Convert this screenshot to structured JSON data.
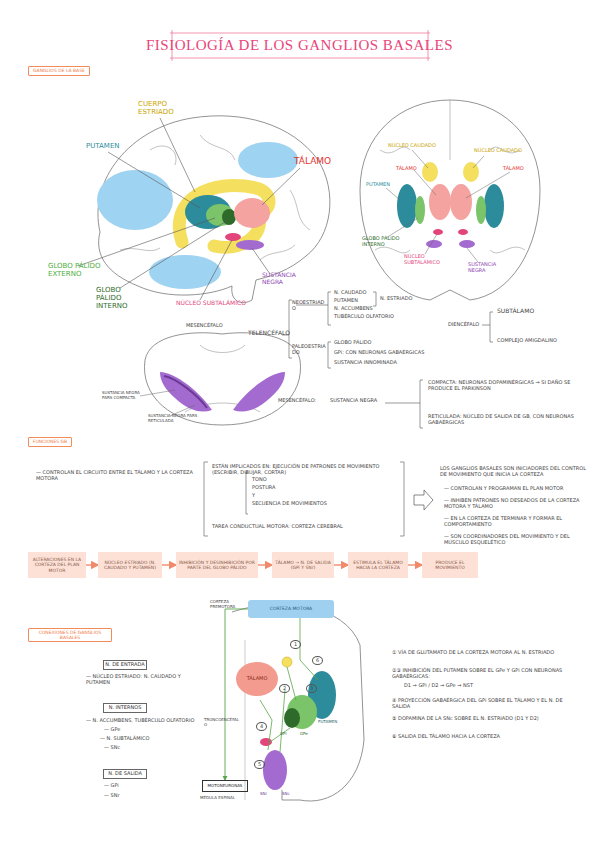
{
  "diagram": {
    "title": "FISIOLOGÍA DE LOS GANGLIOS BASALES",
    "nodes": [
      {
        "text": [
          "GANGLIOS DE LA BASE"
        ]
      },
      {
        "text": [
          "FUNCIONES GB"
        ]
      },
      {
        "text": [
          "ALTERACIONES EN LA CORTEZA DEL PLAN MOTOR"
        ]
      },
      {
        "text": [
          "NÚCLEO ESTRIADO (N. CAUDADO Y PUTAMEN)"
        ]
      },
      {
        "text": [
          "INHIBICIÓN Y DESINHIBICIÓN POR PARTE DEL GLOBO PÁLIDO"
        ]
      },
      {
        "text": [
          "TÁLAMO → N. DE SALIDA (GPi Y SNr)"
        ]
      },
      {
        "text": [
          "ESTIMULA EL TÁLAMO HACIA LA CORTEZA"
        ]
      },
      {
        "text": [
          "PRODUCE EL MOVIMIENTO"
        ]
      },
      {
        "text": [
          "CONEXIONES DE GANGLIOS BASALES"
        ]
      },
      {
        "text": [
          "N. DE ENTRADA"
        ]
      },
      {
        "text": [
          "N. INTERNOS"
        ]
      },
      {
        "text": [
          "N. DE SALIDA"
        ]
      },
      {
        "text": [
          "CORTEZA MOTORA"
        ]
      },
      {
        "text": [
          "TÁLAMO"
        ]
      },
      {
        "text": [
          "MOTONEURONAS"
        ]
      }
    ],
    "edges": [
      {
        "from": 2,
        "to": 3,
        "arrow": "to"
      },
      {
        "from": 3,
        "to": 4,
        "arrow": "to"
      },
      {
        "from": 4,
        "to": 5,
        "arrow": "to"
      },
      {
        "from": 5,
        "to": 6,
        "arrow": "to"
      },
      {
        "from": 6,
        "to": 7,
        "arrow": "to"
      },
      {
        "from": 12,
        "to": 14,
        "arrow": "to"
      }
    ],
    "labels": [
      "CUERPO ESTRIADO",
      "PUTAMEN",
      "TÁLAMO",
      "GLOBO PÁLIDO EXTERNO",
      "GLOBO PÁLIDO INTERNO",
      "NÚCLEO SUBTALÁMICO",
      "SUSTANCIA NEGRA",
      "NÚCLEO CAUDADO",
      "NÚCLEO CAUDADO",
      "TÁLAMO",
      "TÁLAMO",
      "PUTAMEN",
      "GLOBO PÁLIDO INTERNO",
      "NÚCLEO SUBTALÁMICO",
      "SUSTANCIA NEGRA",
      "MESENCÉFALO",
      "SUSTANCIA NEGRA PARS COMPACTA",
      "SUSTANCIA NEGRA PARS RETICULADA",
      "TELENCÉFALO",
      "NEOESTRIADO",
      "N. CAUDADO",
      "PUTAMEN",
      "N. ACCUMBENS",
      "TUBÉRCULO OLFATORIO",
      "N. ESTRIADO",
      "PALEOESTRIADO",
      "GLOBO PÁLIDO",
      "GPi: CON NEURONAS GABAÉRGICAS",
      "SUSTANCIA INNOMINADA",
      "DIENCÉFALO",
      "SUBTÁLAMO",
      "COMPLEJO AMIGDALINO",
      "MESENCÉFALO:",
      "SUSTANCIA NEGRA",
      "COMPACTA: NEURONAS DOPAMINÉRGICAS → SI DAÑO SE PRODUCE EL PARKINSON",
      "RETICULADA: NÚCLEO DE SALIDA DE GB, CON NEURONAS GABAÉRGICAS",
      "— CONTROLAN EL CIRCUITO ENTRE EL TÁLAMO Y LA CORTEZA MOTORA",
      "ESTÁN IMPLICADOS EN: EJECUCIÓN DE PATRONES DE MOVIMIENTO (ESCRIBIR, DIBUJAR, CORTAR)",
      "TONO",
      "POSTURA",
      "Y",
      "SECUENCIA DE MOVIMIENTOS",
      "TAREA CONDUCTUAL MOTORA: CORTEZA CEREBRAL",
      "LOS GANGLIOS BASALES SON INICIADORES DEL CONTROL DE MOVIMIENTO QUE INICIA LA CORTEZA",
      "— CONTROLAN Y PROGRAMAN EL PLAN MOTOR",
      "— INHIBEN PATRONES NO DESEADOS DE LA CORTEZA MOTORA Y TÁLAMO",
      "— EN LA CORTEZA DE TERMINAR Y FORMAR EL COMPORTAMIENTO",
      "— SON COORDINADORES DEL MOVIMIENTO Y DEL MÚSCULO ESQUELÉTICO",
      "— NÚCLEO ESTRIADO: N. CAUDADO Y PUTAMEN",
      "— N. ACCUMBENS, TUBÉRCULO OLFATORIO",
      "— GPe",
      "— N. SUBTALÁMICO",
      "— SNc",
      "— GPi",
      "— SNr",
      "CORTEZA PREMOTORA",
      "1",
      "2",
      "3",
      "4",
      "5",
      "6",
      "PUTAMEN",
      "GPe",
      "GPi",
      "SNr",
      "SNc",
      "TRONCOENCÉFALO",
      "MÉDULA ESPINAL",
      "① VÍA DE GLUTAMATO DE LA CORTEZA MOTORA AL N. ESTRIADO",
      "②③ INHIBICIÓN DEL PUTAMEN SOBRE EL GPe Y GPi CON NEURONAS GABAÉRGICAS:",
      "D1 → GPi / D2 → GPe → NST",
      "④ PROYECCIÓN GABAÉRGICA DEL GPi SOBRE EL TÁLAMO Y EL N. DE SALIDA",
      "⑤ DOPAMINA DE LA SNc SOBRE EL N. ESTRIADO (D1 Y D2)",
      "⑥ SALIDA DEL TÁLAMO HACIA LA CORTEZA"
    ]
  }
}
